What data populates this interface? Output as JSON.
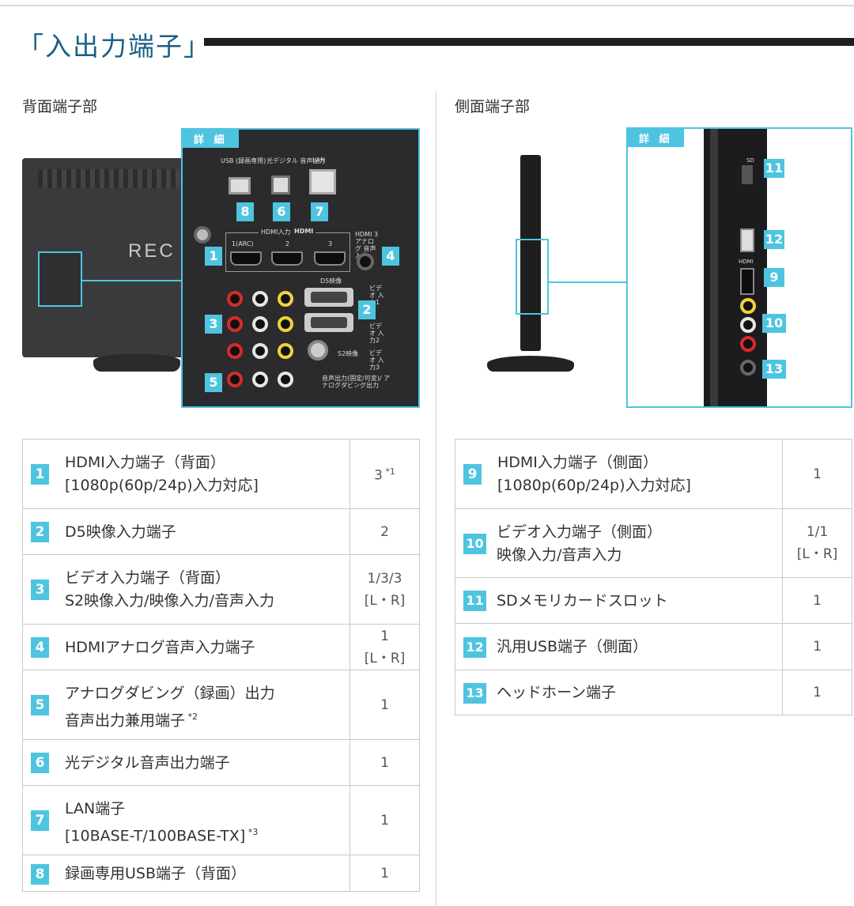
{
  "page": {
    "title": "「入出力端子」"
  },
  "rear": {
    "heading": "背面端子部",
    "detail_tag": "詳 細",
    "brand_partial": "REC",
    "port_labels": {
      "usb": "USB (録画専用)",
      "optical": "光デジタル 音声出力",
      "lan": "LAN",
      "hdmi_group": "HDMI入力",
      "hdmi_logo": "HDMI",
      "hdmi_1": "1(ARC)",
      "hdmi_2": "2",
      "hdmi_3": "3",
      "hdmi3_analog": "HDMI 3 アナログ 音声入力",
      "d5": "D5映像",
      "video_in_1": "ビデオ 入力1",
      "video_in_2": "ビデオ 入力2",
      "video_in_3": "ビデオ 入力3",
      "s2": "S2映像",
      "audio_out": "音声出力(固定/可変)/ アナログダビング出力"
    },
    "badges": [
      "8",
      "6",
      "7",
      "1",
      "4",
      "2",
      "3",
      "5"
    ],
    "items": [
      {
        "num": "1",
        "label_line1": "HDMI入力端子（背面）",
        "label_line2": "[1080p(60p/24p)入力対応]",
        "count": "3",
        "note": "*1"
      },
      {
        "num": "2",
        "label_line1": "D5映像入力端子",
        "label_line2": "",
        "count": "2",
        "note": ""
      },
      {
        "num": "3",
        "label_line1": "ビデオ入力端子（背面）",
        "label_line2": "S2映像入力/映像入力/音声入力",
        "count": "1/3/3",
        "count_line2": "[L・R]",
        "note": ""
      },
      {
        "num": "4",
        "label_line1": "HDMIアナログ音声入力端子",
        "label_line2": "",
        "count": "1",
        "count_line2": "[L・R]",
        "note": ""
      },
      {
        "num": "5",
        "label_line1": "アナログダビング（録画）出力",
        "label_line2": "音声出力兼用端子",
        "count": "1",
        "note": "*2"
      },
      {
        "num": "6",
        "label_line1": "光デジタル音声出力端子",
        "label_line2": "",
        "count": "1",
        "note": ""
      },
      {
        "num": "7",
        "label_line1": "LAN端子",
        "label_line2": "[10BASE-T/100BASE-TX]",
        "count": "1",
        "note": "*3"
      },
      {
        "num": "8",
        "label_line1": "録画専用USB端子（背面）",
        "label_line2": "",
        "count": "1",
        "note": ""
      }
    ]
  },
  "side": {
    "heading": "側面端子部",
    "detail_tag": "詳 細",
    "port_labels": {
      "sd": "SD",
      "hdmi": "HDMI"
    },
    "badges": [
      "11",
      "12",
      "9",
      "10",
      "13"
    ],
    "items": [
      {
        "num": "9",
        "label_line1": "HDMI入力端子（側面）",
        "label_line2": "[1080p(60p/24p)入力対応]",
        "count": "1"
      },
      {
        "num": "10",
        "label_line1": "ビデオ入力端子（側面）",
        "label_line2": "映像入力/音声入力",
        "count": "1/1",
        "count_line2": "[L・R]"
      },
      {
        "num": "11",
        "label_line1": "SDメモリカードスロット",
        "label_line2": "",
        "count": "1"
      },
      {
        "num": "12",
        "label_line1": "汎用USB端子（側面）",
        "label_line2": "",
        "count": "1"
      },
      {
        "num": "13",
        "label_line1": "ヘッドホーン端子",
        "label_line2": "",
        "count": "1"
      }
    ]
  },
  "colors": {
    "accent": "#4ec4e0",
    "title": "#1b5f86",
    "panel": "#2b2b2d",
    "border": "#c8c8c8"
  }
}
